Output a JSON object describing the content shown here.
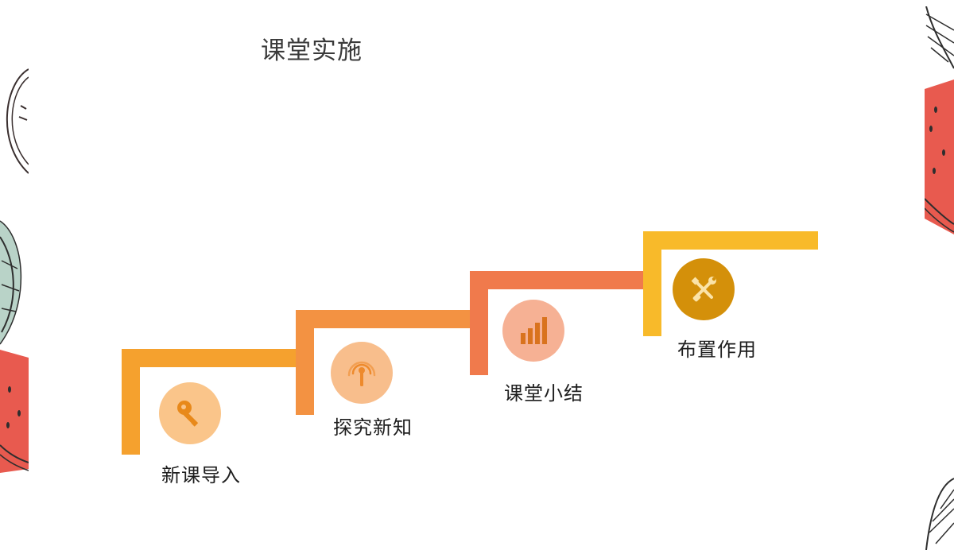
{
  "slide": {
    "title": "课堂实施"
  },
  "steps": [
    {
      "label": "新课导入",
      "icon": "key-icon",
      "bar_color": "#F5A12E",
      "circle_color": "#FAC58A",
      "icon_color": "#E8891A"
    },
    {
      "label": "探究新知",
      "icon": "broadcast-icon",
      "bar_color": "#F39242",
      "circle_color": "#F8BE8C",
      "icon_color": "#EE8A2C"
    },
    {
      "label": "课堂小结",
      "icon": "bar-chart-icon",
      "bar_color": "#F07A4C",
      "circle_color": "#F6B194",
      "icon_color": "#D9731E"
    },
    {
      "label": "布置作用",
      "icon": "tools-icon",
      "bar_color": "#F8BA2A",
      "circle_color": "#D4900A",
      "icon_color": "#FBE3A8"
    }
  ],
  "colors": {
    "background": "#FFFFFF",
    "title_text": "#3A3A3A",
    "label_text": "#1E1E1E",
    "watermelon_red": "#E85A4F",
    "leaf_green": "#B9D3C8"
  }
}
